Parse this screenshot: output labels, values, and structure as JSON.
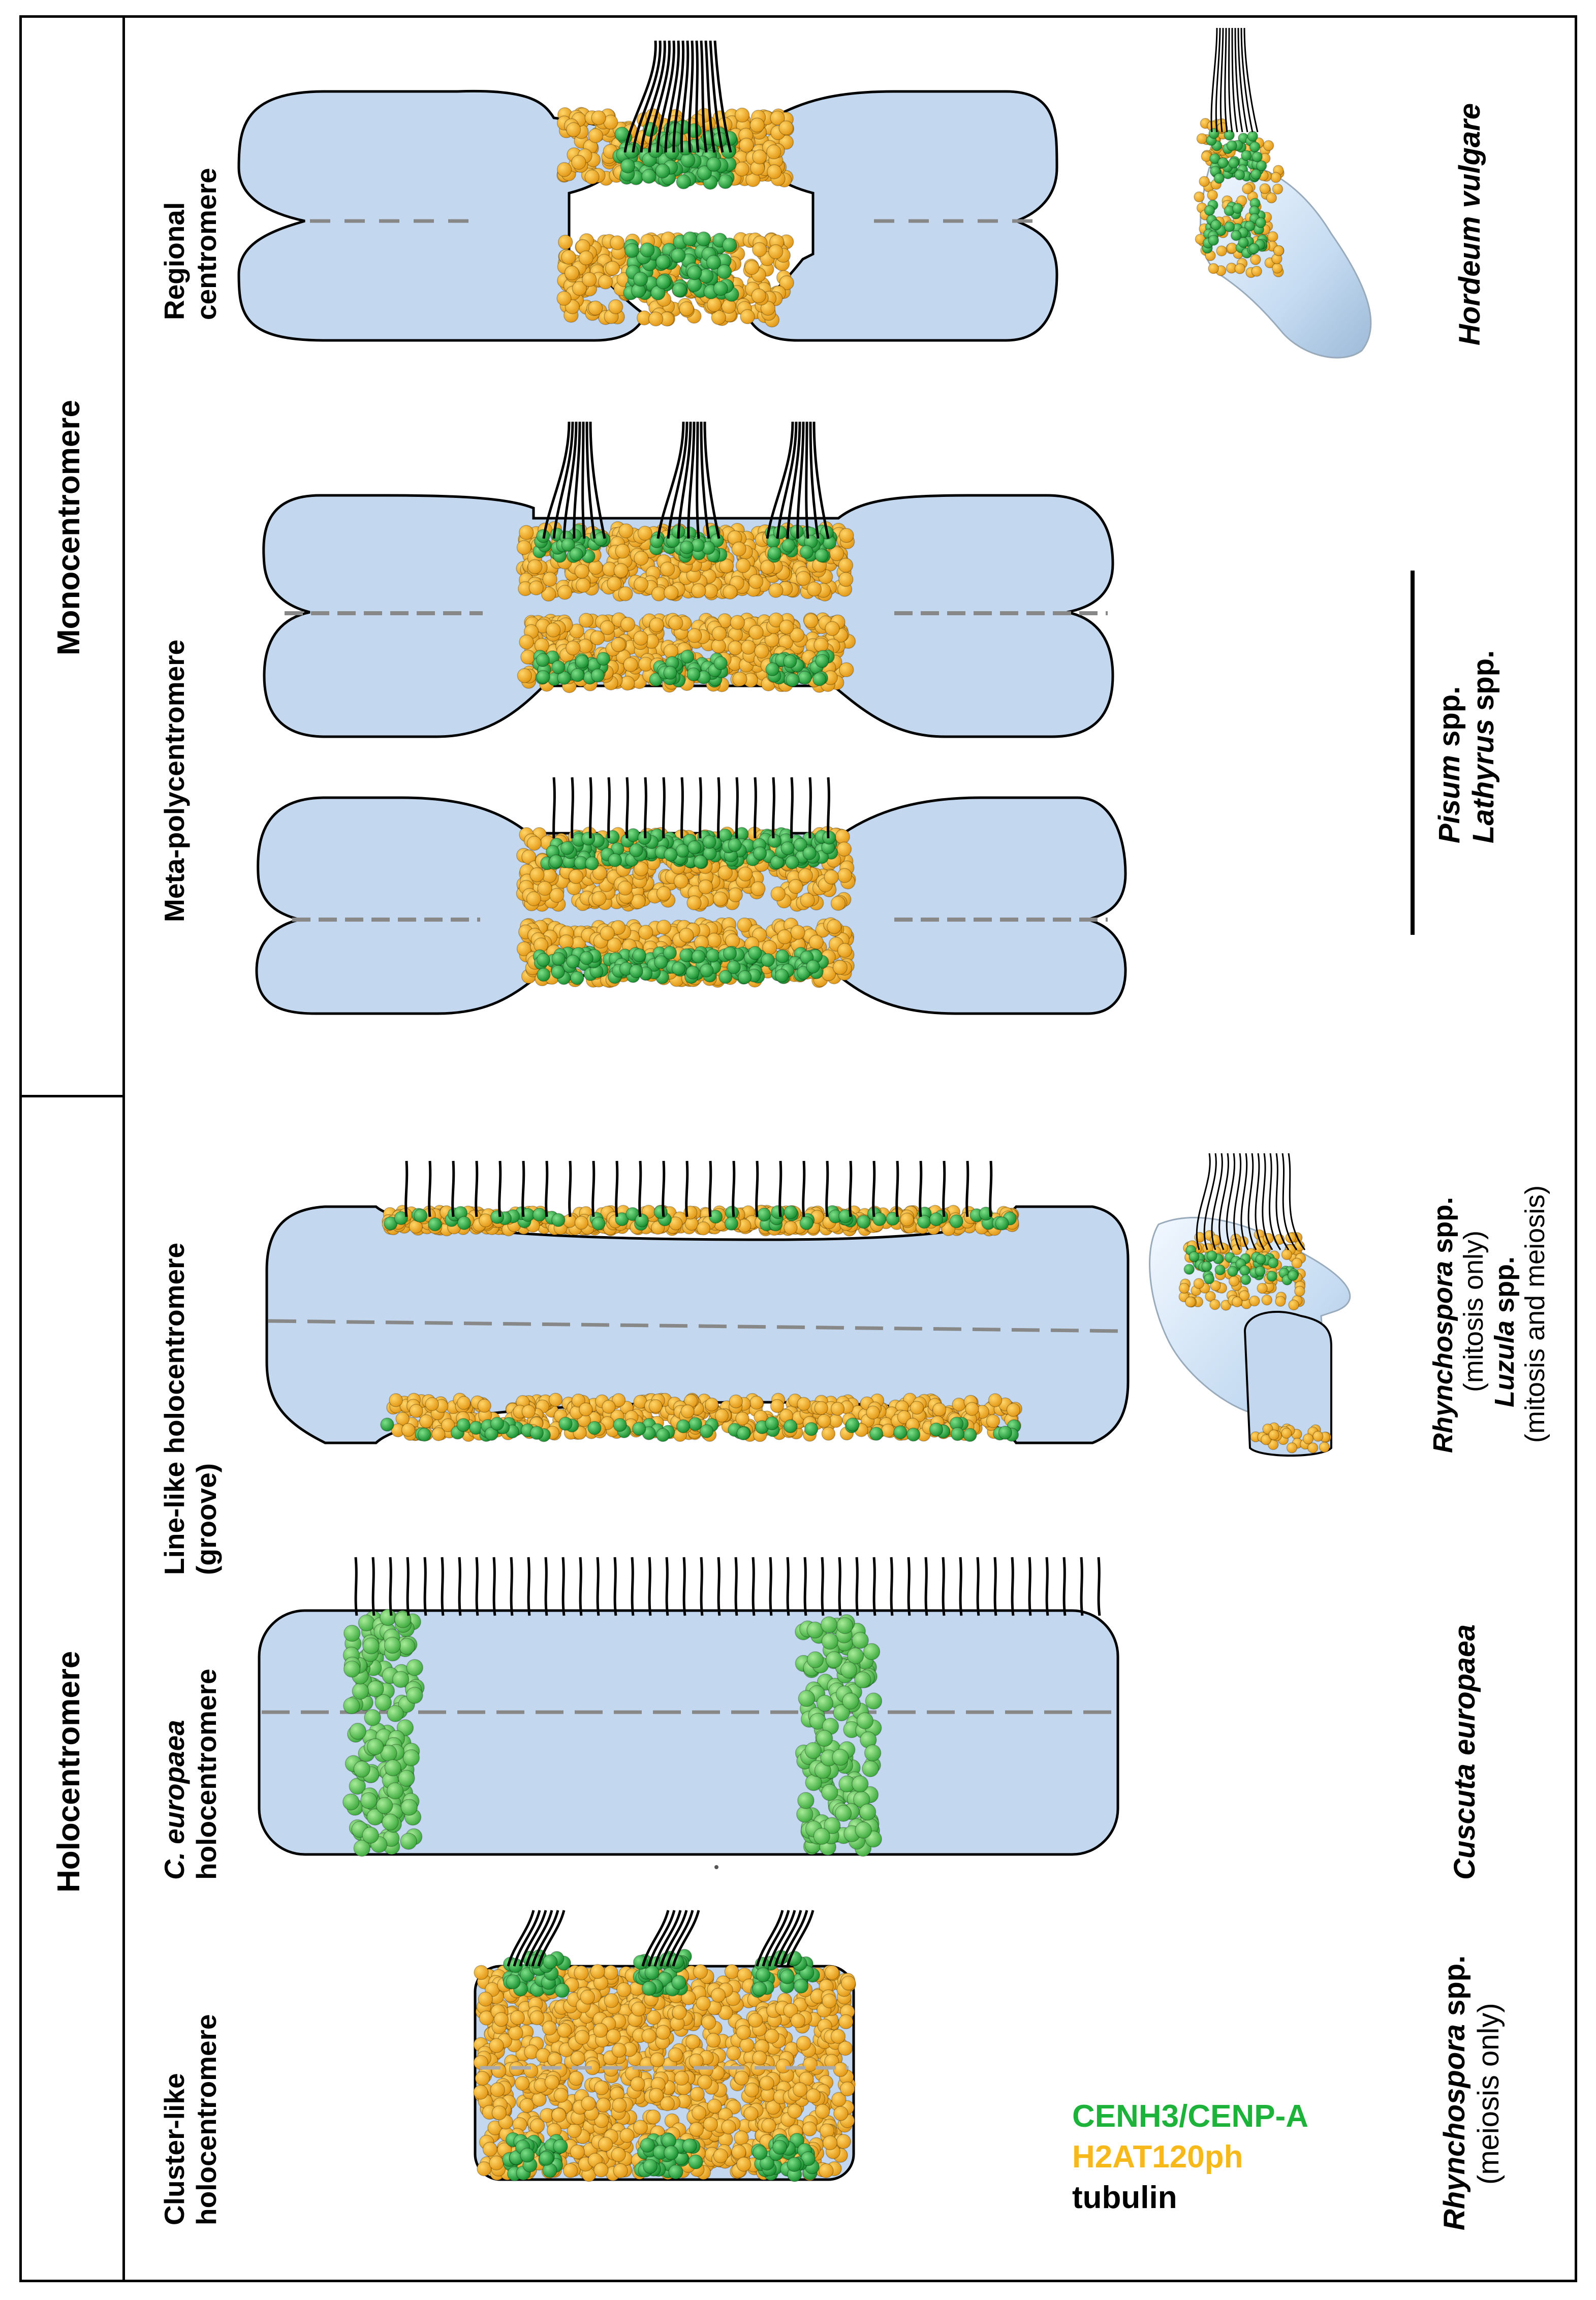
{
  "groups": {
    "monocentromere": "Monocentromere",
    "holocentromere": "Holocentromere"
  },
  "types": {
    "regional": [
      "Regional",
      "centromere"
    ],
    "meta_poly": "Meta-polycentromere",
    "line_like": [
      "Line-like holocentromere",
      "(groove)"
    ],
    "c_europaea": {
      "it": "C. europaea",
      "rest": "holocentromere"
    },
    "cluster_like": [
      "Cluster-like",
      "holocentromere"
    ]
  },
  "species": {
    "hordeum": "Hordeum vulgare",
    "pisum": {
      "it": "Pisum",
      "rest": " spp."
    },
    "lathyrus": {
      "it": "Lathyrus",
      "rest": " spp."
    },
    "rhyncho_mitosis": {
      "it": "Rhynchospora",
      "rest": " spp.",
      "note": "(mitosis only)"
    },
    "luzula": {
      "it": "Luzula",
      "rest": " spp.",
      "note": "(mitosis and meiosis)"
    },
    "cuscuta": "Cuscuta europaea",
    "rhyncho_meiosis": {
      "it": "Rhynchospora",
      "rest": " spp.",
      "note": "(meiosis only)"
    }
  },
  "legend": [
    {
      "label": "CENH3/CENP-A",
      "color": "#1db33a"
    },
    {
      "label": "H2AT120ph",
      "color": "#f7b81a"
    },
    {
      "label": "tubulin",
      "color": "#000000"
    }
  ],
  "colors": {
    "chromatin": "#c3d8ef",
    "cenh3": "#22b83c",
    "h2at": "#f5ac1c",
    "tubulin": "#000000"
  }
}
